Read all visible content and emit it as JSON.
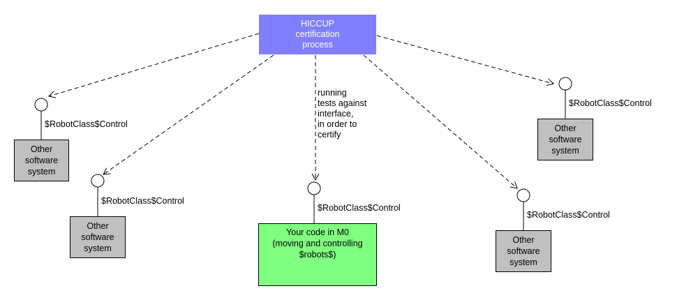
{
  "process": {
    "label": "HICCUP\ncertification\nprocess"
  },
  "interface_label": "$RobotClass$Control",
  "edge_label": "running\ntests against\ninterface,\nin order to\ncertify",
  "systems": [
    {
      "label": "Other\nsoftware\nsystem"
    },
    {
      "label": "Other\nsoftware\nsystem"
    },
    {
      "label": "Other\nsoftware\nsystem"
    },
    {
      "label": "Other\nsoftware\nsystem"
    }
  ],
  "my_code": {
    "label": "Your code in M0\n(moving and controlling\n$robots$)"
  },
  "colors": {
    "process_fill": "#7f7fff",
    "system_fill": "#c0c0c0",
    "my_code_fill": "#80ff80"
  }
}
